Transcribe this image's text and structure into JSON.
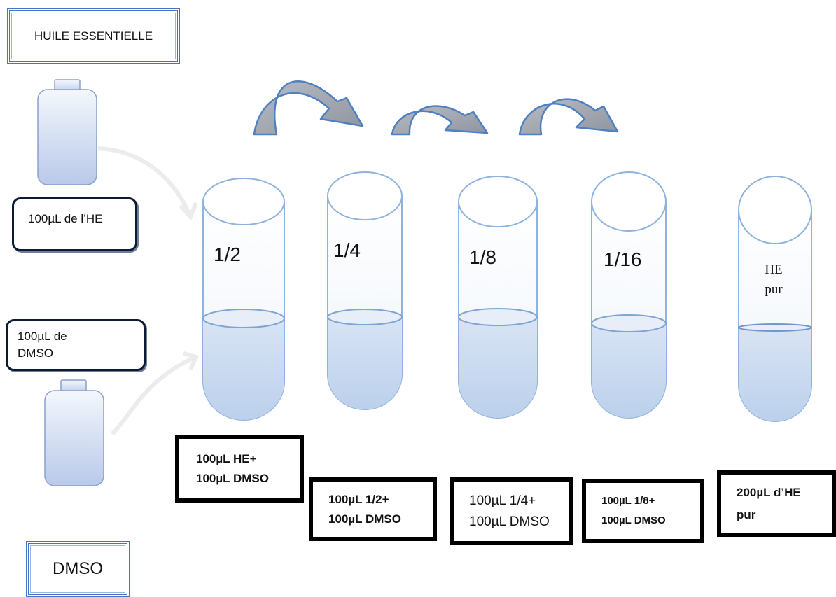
{
  "sources": {
    "oil_title": "HUILE ESSENTIELLE",
    "dmso_title": "DMSO",
    "oil_volume_label": "100µL de l’HE",
    "dmso_volume_label_line1": "100µL de",
    "dmso_volume_label_line2": "DMSO"
  },
  "tubes": [
    {
      "label": "1/2",
      "content_line1": "100µL HE+",
      "content_line2": "100µL DMSO"
    },
    {
      "label": "1/4",
      "content_line1": "100µL 1/2+",
      "content_line2": "100µL DMSO"
    },
    {
      "label": "1/8",
      "content_line1": "100µL 1/4+",
      "content_line2": "100µL DMSO"
    },
    {
      "label": "1/16",
      "content_line1": "100µL 1/8+",
      "content_line2": "100µL DMSO"
    },
    {
      "label_line1": "HE",
      "label_line2": "pur",
      "content_line1": "200µL d’HE",
      "content_line2": "pur"
    }
  ],
  "colors": {
    "liquid": "#c9d9f0",
    "tube_outline": "#8fb3dc",
    "arrow_fill": "#a3a9b3",
    "arrow_stroke": "#4f80c2",
    "title_border": "#4a72c4"
  }
}
